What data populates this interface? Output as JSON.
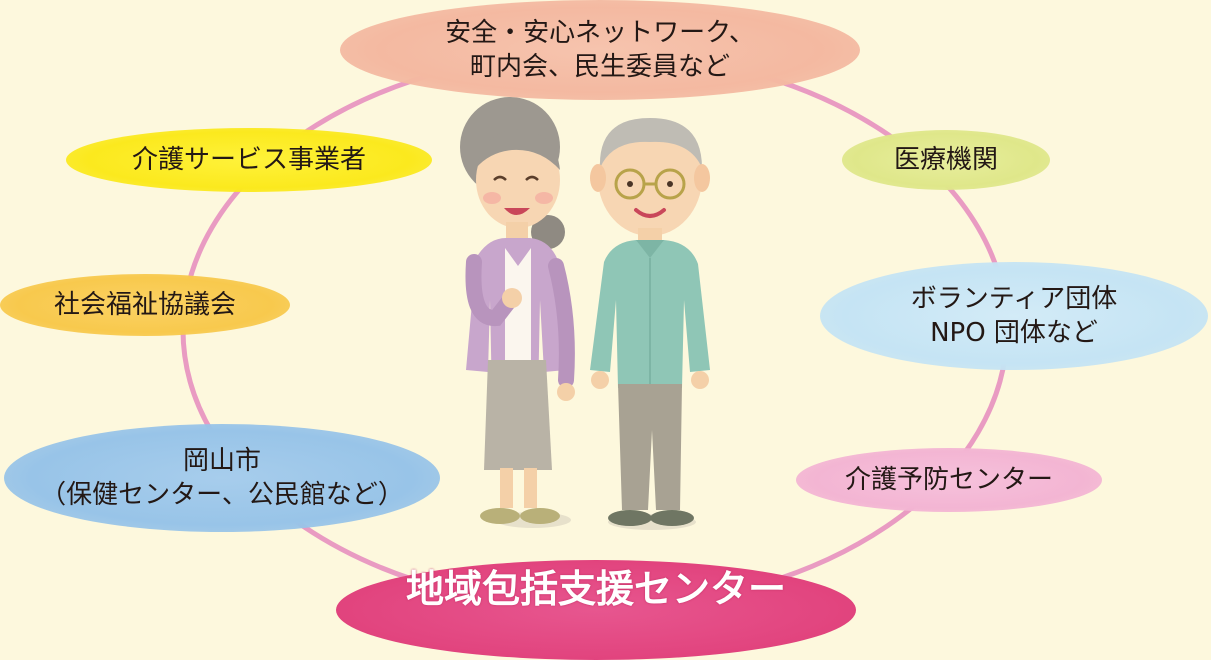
{
  "nodes": {
    "safety_network": {
      "line1": "安全・安心ネットワーク、",
      "line2": "町内会、民生委員など"
    },
    "care_services": "介護サービス事業者",
    "medical": "医療機関",
    "social_welfare": "社会福祉協議会",
    "volunteer": {
      "line1": "ボランティア団体",
      "line2": "NPO 団体など"
    },
    "okayama_city": {
      "line1": "岡山市",
      "line2": "（保健センター、公民館など）"
    },
    "prevention_center": "介護予防センター",
    "community_center": "地域包括支援センター"
  },
  "colors": {
    "background": "#fdf8dd",
    "ring": "#e99bc2",
    "safety_network": "#f4b9a1",
    "care_services": "#fbe91e",
    "medical": "#dfe78a",
    "social_welfare": "#f8c94d",
    "volunteer": "#c5e4f4",
    "okayama_city": "#98c4e8",
    "prevention_center": "#f3b5d3",
    "community_center": "#e2457f"
  },
  "illustration": "elderly-couple"
}
